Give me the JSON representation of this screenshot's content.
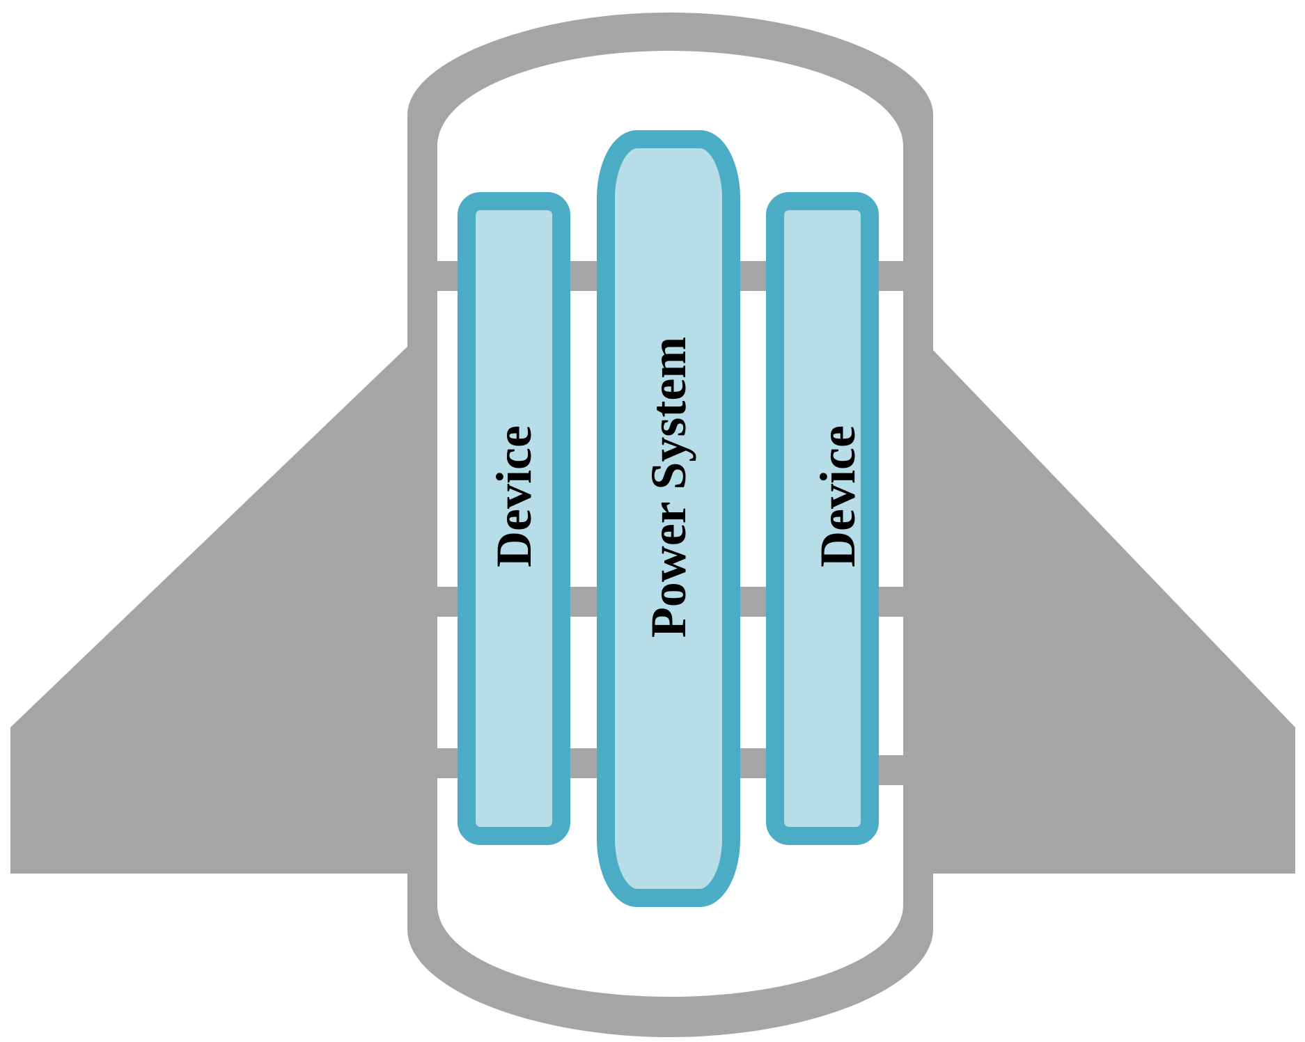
{
  "colors": {
    "housing": "#a5a5a5",
    "module_fill": "#b7dde8",
    "module_border": "#4bacc6",
    "background": "#ffffff",
    "text": "#000000"
  },
  "modules": {
    "left_device": {
      "label": "Device"
    },
    "power_system": {
      "label": "Power System"
    },
    "right_device": {
      "label": "Device"
    }
  }
}
